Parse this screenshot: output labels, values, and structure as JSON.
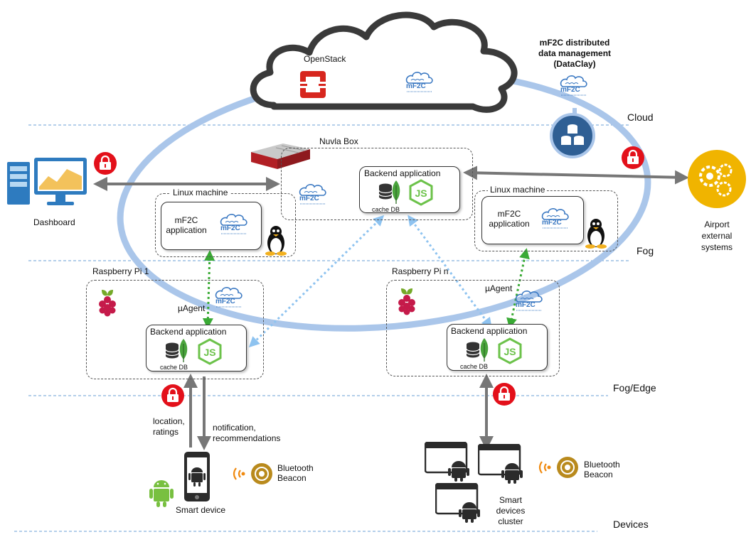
{
  "layers": {
    "cloud": "Cloud",
    "fog": "Fog",
    "fog_edge": "Fog/Edge",
    "devices": "Devices"
  },
  "cloud": {
    "openstack": "OpenStack",
    "datamanagement_line1": "mF2C  distributed",
    "datamanagement_line2": "data management",
    "datamanagement_line3": "(DataClay)"
  },
  "mf2c_logo_text": "mF2C",
  "nuvla": {
    "title": "Nuvla Box",
    "backend_title": "Backend application",
    "cache_label": "cache DB"
  },
  "linux_left": {
    "title": "Linux machine",
    "app_line1": "mF2C",
    "app_line2": "application"
  },
  "linux_right": {
    "title": "Linux machine",
    "app_line1": "mF2C",
    "app_line2": "application"
  },
  "rpi1": {
    "title": "Raspberry Pi 1",
    "agent": "µAgent",
    "backend_title": "Backend application",
    "cache_label": "cache DB"
  },
  "rpin": {
    "title": "Raspberry Pi n",
    "agent": "µAgent",
    "backend_title": "Backend application",
    "cache_label": "cache DB"
  },
  "dashboard": "Dashboard",
  "airport": {
    "line1": "Airport",
    "line2": "external",
    "line3": "systems"
  },
  "flows": {
    "up_line1": "location,",
    "up_line2": "ratings",
    "down_line1": "notification,",
    "down_line2": "recommendations"
  },
  "smart_device": "Smart device",
  "beacon": {
    "line1": "Bluetooth",
    "line2": "Beacon"
  },
  "cluster": {
    "line1": "Smart",
    "line2": "devices",
    "line3": "cluster"
  },
  "icons": [
    "cloud-icon",
    "openstack-icon",
    "database-icon",
    "nodejs-icon",
    "tux-icon",
    "raspberry-pi-icon",
    "android-icon",
    "phone-icon",
    "lock-icon",
    "gears-icon",
    "monitor-icon",
    "nuvla-box-icon",
    "bluetooth-beacon-icon"
  ],
  "colors": {
    "ring": "#aac6ea",
    "layer_line": "#6a9fd6",
    "lock": "#e3101a",
    "gears": "#f0b400",
    "green_link": "#3aaa35",
    "blue_link": "#8ec3f0",
    "db_node": "#2f5f94",
    "android": "#78c040"
  }
}
